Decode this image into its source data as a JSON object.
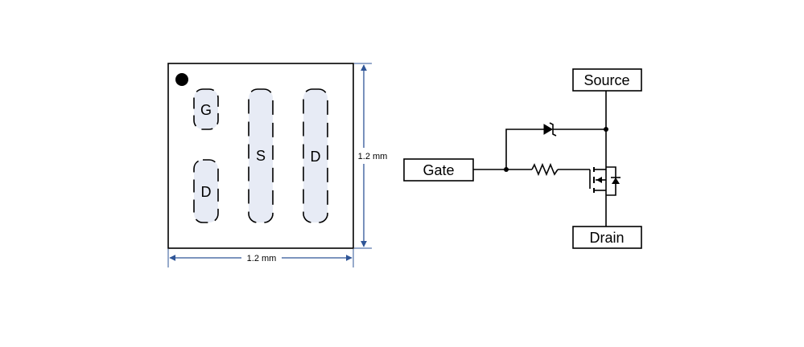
{
  "package": {
    "pads": {
      "gate": "G",
      "drain_small": "D",
      "source": "S",
      "drain_large": "D"
    },
    "dimensions": {
      "height": "1.2 mm",
      "width": "1.2 mm"
    },
    "colors": {
      "pad_fill": "#e7ebf5",
      "dimension_line": "#2f5597",
      "outline": "#000000"
    }
  },
  "schematic": {
    "labels": {
      "gate": "Gate",
      "source": "Source",
      "drain": "Drain"
    }
  }
}
